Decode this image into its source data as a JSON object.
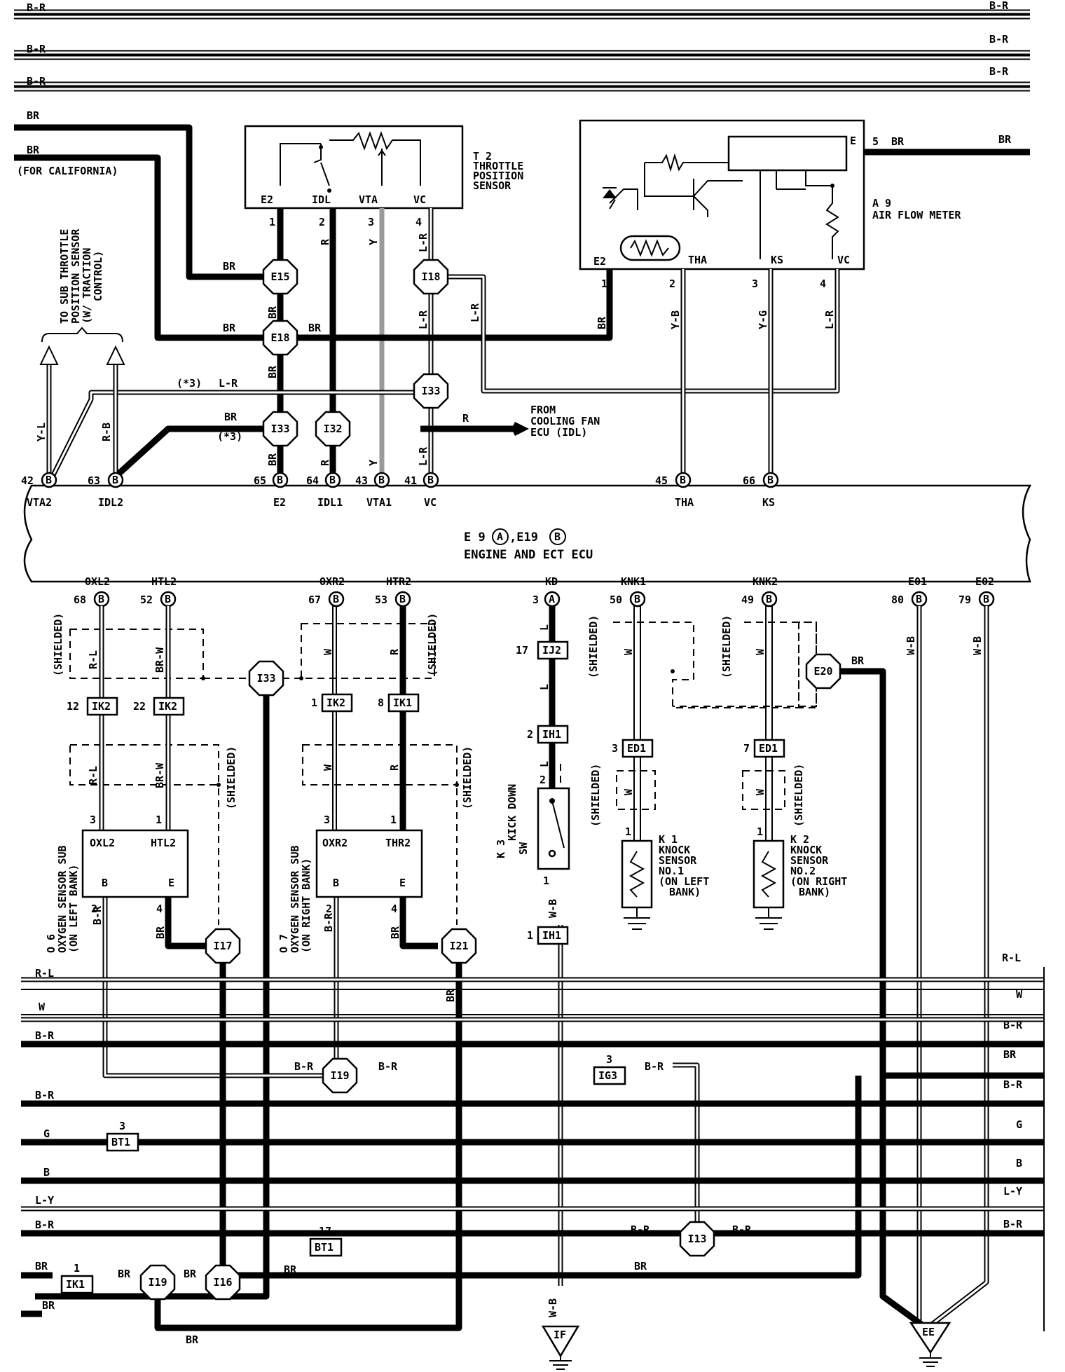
{
  "bus_top": [
    "B-R",
    "B-R",
    "B-R",
    "BR",
    "BR"
  ],
  "california_note": "(FOR CALIFORNIA)",
  "tps": {
    "code": "T 2",
    "name": [
      "THROTTLE",
      "POSITION",
      "SENSOR"
    ],
    "pins": [
      "E2",
      "IDL",
      "VTA",
      "VC"
    ],
    "pin_nums": [
      "1",
      "2",
      "3",
      "4"
    ],
    "wire_labels": [
      "R",
      "Y",
      "L-R",
      "BR"
    ]
  },
  "afm": {
    "code": "A 9",
    "name": "AIR FLOW METER",
    "pins": [
      "E2",
      "THA",
      "KS",
      "VC"
    ],
    "pin_nums": [
      "1",
      "2",
      "3",
      "4"
    ],
    "e_pin": "E",
    "e_num": "5",
    "e_wire": "BR",
    "wire_labels": [
      "BR",
      "Y-B",
      "Y-G",
      "L-R"
    ]
  },
  "sub_tps_note": [
    "TO SUB THROTTLE",
    "POSITION SENSOR",
    "(W/ TRACTION",
    "CONTROL)"
  ],
  "cooling_fan_note": [
    "FROM",
    "COOLING FAN",
    "ECU (IDL)"
  ],
  "junctions_upper": [
    "E15",
    "E18",
    "I18",
    "I33",
    "I33",
    "I32"
  ],
  "upper_wire_labels": {
    "br1": "BR",
    "br2": "BR",
    "br3": "BR",
    "br_e18": "BR",
    "lr": "L-R",
    "lr2": "L-R",
    "star3a": "(*3)",
    "star3b": "(*3)",
    "r_fan": "R",
    "yl": "Y-L",
    "rb": "R-B",
    "r2": "R",
    "y2": "Y",
    "lr3": "L-R",
    "br4": "BR"
  },
  "ecu": {
    "title": "E 9",
    "conn_a": "A",
    "sep": ",E19",
    "conn_b": "B",
    "name": "ENGINE AND ECT ECU",
    "top_pins": [
      {
        "num": "42",
        "conn": "B",
        "name": "VTA2"
      },
      {
        "num": "63",
        "conn": "B",
        "name": "IDL2"
      },
      {
        "num": "65",
        "conn": "B",
        "name": "E2"
      },
      {
        "num": "64",
        "conn": "B",
        "name": "IDL1"
      },
      {
        "num": "43",
        "conn": "B",
        "name": "VTA1"
      },
      {
        "num": "41",
        "conn": "B",
        "name": "VC"
      },
      {
        "num": "45",
        "conn": "B",
        "name": "THA"
      },
      {
        "num": "66",
        "conn": "B",
        "name": "KS"
      }
    ],
    "bottom_pins": [
      {
        "num": "68",
        "conn": "B",
        "name": "OXL2"
      },
      {
        "num": "52",
        "conn": "B",
        "name": "HTL2"
      },
      {
        "num": "67",
        "conn": "B",
        "name": "OXR2"
      },
      {
        "num": "53",
        "conn": "B",
        "name": "HTR2"
      },
      {
        "num": "3",
        "conn": "A",
        "name": "KD"
      },
      {
        "num": "50",
        "conn": "B",
        "name": "KNK1"
      },
      {
        "num": "49",
        "conn": "B",
        "name": "KNK2"
      },
      {
        "num": "80",
        "conn": "B",
        "name": "E01"
      },
      {
        "num": "79",
        "conn": "B",
        "name": "E02"
      }
    ]
  },
  "shielded": "(SHIELDED)",
  "connectors": {
    "ik2a": {
      "num": "12",
      "id": "IK2"
    },
    "ik2b": {
      "num": "22",
      "id": "IK2"
    },
    "ik2c": {
      "num": "1",
      "id": "IK2"
    },
    "ik1a": {
      "num": "8",
      "id": "IK1"
    },
    "ij2": {
      "num": "17",
      "id": "IJ2"
    },
    "ih1a": {
      "num": "2",
      "id": "IH1"
    },
    "ih1b": {
      "num": "1",
      "id": "IH1"
    },
    "ed1a": {
      "num": "3",
      "id": "ED1"
    },
    "ed1b": {
      "num": "7",
      "id": "ED1"
    },
    "ig3": {
      "num": "3",
      "id": "IG3"
    },
    "bt1a": {
      "num": "3",
      "id": "BT1"
    },
    "bt1b": {
      "num": "17",
      "id": "BT1"
    },
    "ik1b": {
      "num": "1",
      "id": "IK1"
    }
  },
  "o6": {
    "code": "O 6",
    "name": [
      "OXYGEN SENSOR SUB",
      "(ON LEFT BANK)"
    ],
    "pins": [
      "OXL2",
      "HTL2",
      "B",
      "E"
    ],
    "nums": [
      "3",
      "1",
      "2",
      "4"
    ]
  },
  "o7": {
    "code": "O 7",
    "name": [
      "OXYGEN SENSOR SUB",
      "(ON RIGHT BANK)"
    ],
    "pins": [
      "OXR2",
      "THR2",
      "B",
      "E"
    ],
    "nums": [
      "3",
      "1",
      "2",
      "4"
    ]
  },
  "k3": {
    "code": "K 3",
    "name": [
      "KICK DOWN",
      "SW"
    ],
    "nums": [
      "2",
      "1"
    ]
  },
  "k1": {
    "code": "K 1",
    "name": [
      "KNOCK",
      "SENSOR",
      "NO.1",
      "(ON LEFT",
      "BANK)"
    ],
    "num": "1"
  },
  "k2": {
    "code": "K 2",
    "name": [
      "KNOCK",
      "SENSOR",
      "NO.2",
      "(ON RIGHT",
      "BANK)"
    ],
    "num": "1"
  },
  "junctions_lower": [
    "I33",
    "E20",
    "I17",
    "I21",
    "I19",
    "I13",
    "I19",
    "I16"
  ],
  "grounds": [
    "IF",
    "EE"
  ],
  "lower_wire_labels": {
    "rl": "R-L",
    "brw": "BR-W",
    "w": "W",
    "r": "R",
    "l": "L",
    "w2": "W",
    "w3": "W",
    "wb": "W-B",
    "wb2": "W-B",
    "wb3": "W-B",
    "br_e20": "BR",
    "br_o6": "BR",
    "br_o7": "BR",
    "br_i21": "BR",
    "br_b": "B-R",
    "br_b2": "B-R",
    "rl2": "R-L",
    "brw2": "BR-W",
    "w4": "W",
    "r3": "R",
    "w5": "W",
    "w6": "W",
    "l2": "L",
    "l3": "L",
    "l4": "L",
    "br_o7b": "B-R"
  },
  "bus_bottom_left": [
    "R-L",
    "W",
    "B-R",
    "B-R",
    "G",
    "B",
    "L-Y",
    "B-R",
    "BR",
    "BR"
  ],
  "bus_bottom_right": [
    "R-L",
    "W",
    "B-R",
    "BR",
    "B-R",
    "G",
    "B",
    "L-Y",
    "B-R"
  ],
  "bus_mid_labels": {
    "br_i19a": "B-R",
    "br_i19b": "B-R",
    "br_ig3": "B-R",
    "br_i13a": "B-R",
    "br_i13b": "B-R",
    "br_ik1": "BR",
    "br_i16": "BR",
    "br_mid": "BR",
    "br_bot": "BR",
    "br_long": "BR"
  }
}
